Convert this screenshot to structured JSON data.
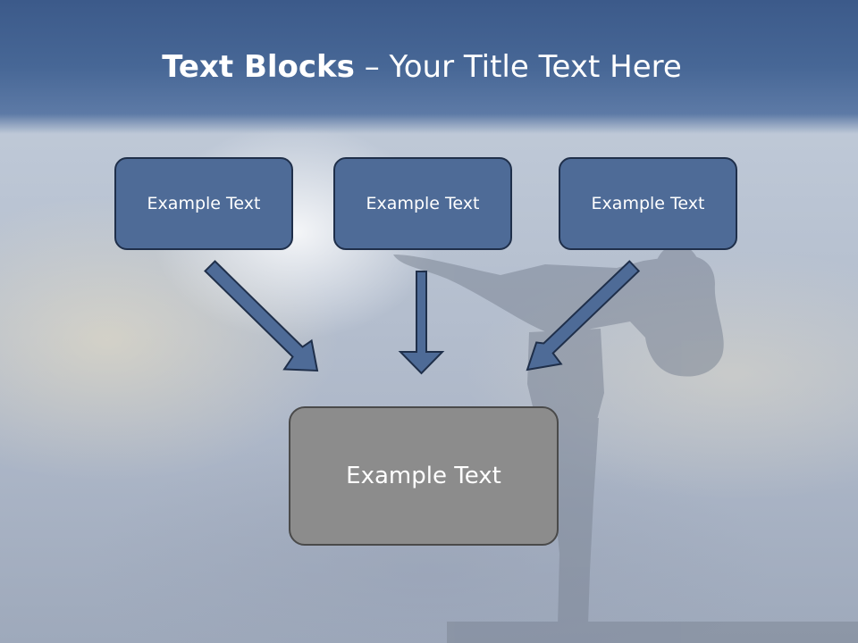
{
  "title": {
    "bold": "Text Blocks",
    "rest": " – Your Title Text Here"
  },
  "boxes": {
    "left": "Example Text",
    "center": "Example Text",
    "right": "Example Text",
    "bottom": "Example Text"
  },
  "colors": {
    "title_band": "#476796",
    "box_fill": "#4e6b97",
    "box_border": "#1f2f4a",
    "bottom_box_fill": "#8c8c8c",
    "arrow_fill": "#4e6b97"
  }
}
